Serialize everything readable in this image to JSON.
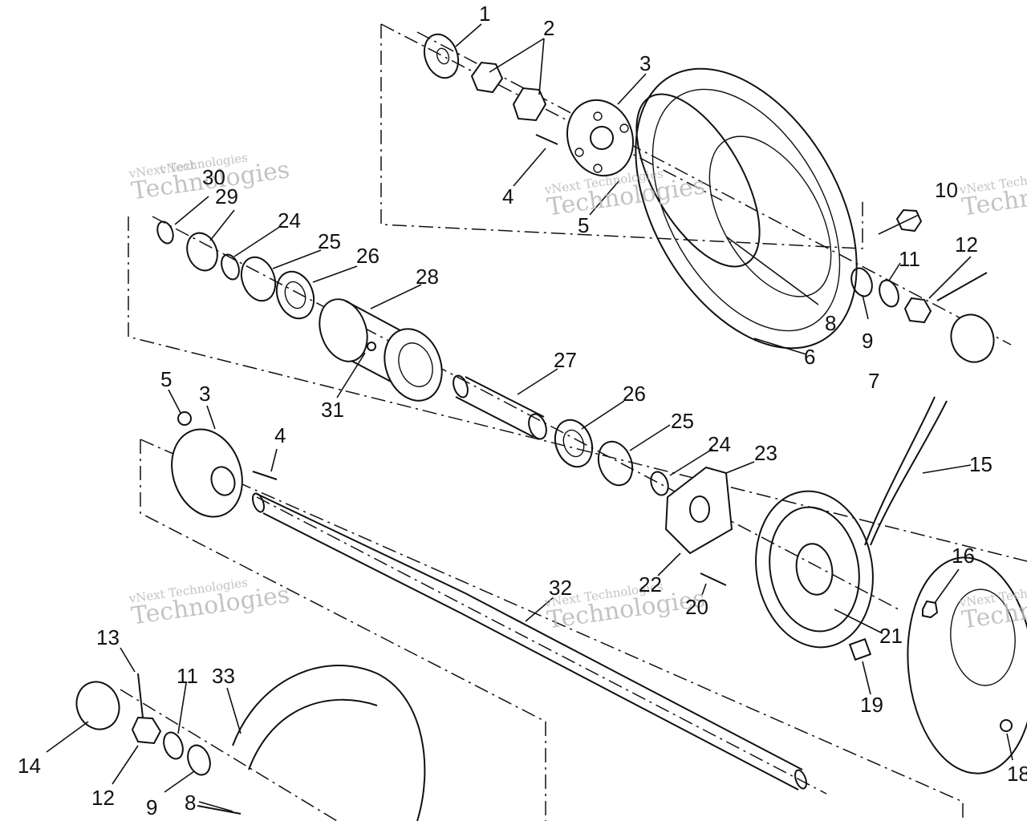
{
  "watermark": {
    "company": "vNext Technologies",
    "word_big": "Technologies",
    "word_top": "vNext"
  },
  "labels": {
    "l1": "1",
    "l2": "2",
    "l3a": "3",
    "l4a": "4",
    "l5a": "5",
    "l6": "6",
    "l7": "7",
    "l8a": "8",
    "l9a": "9",
    "l10": "10",
    "l11a": "11",
    "l12a": "12",
    "l30": "30",
    "l29": "29",
    "l24a": "24",
    "l25a": "25",
    "l26a": "26",
    "l28": "28",
    "l31": "31",
    "l27": "27",
    "l26b": "26",
    "l25b": "25",
    "l24b": "24",
    "l23": "23",
    "l5b": "5",
    "l3b": "3",
    "l4b": "4",
    "l15": "15",
    "l16": "16",
    "l22": "22",
    "l32": "32",
    "l20": "20",
    "l21": "21",
    "l19": "19",
    "l13": "13",
    "l11b": "11",
    "l33": "33",
    "l14": "14",
    "l12b": "12",
    "l9b": "9",
    "l8b": "8",
    "l18": "18"
  }
}
